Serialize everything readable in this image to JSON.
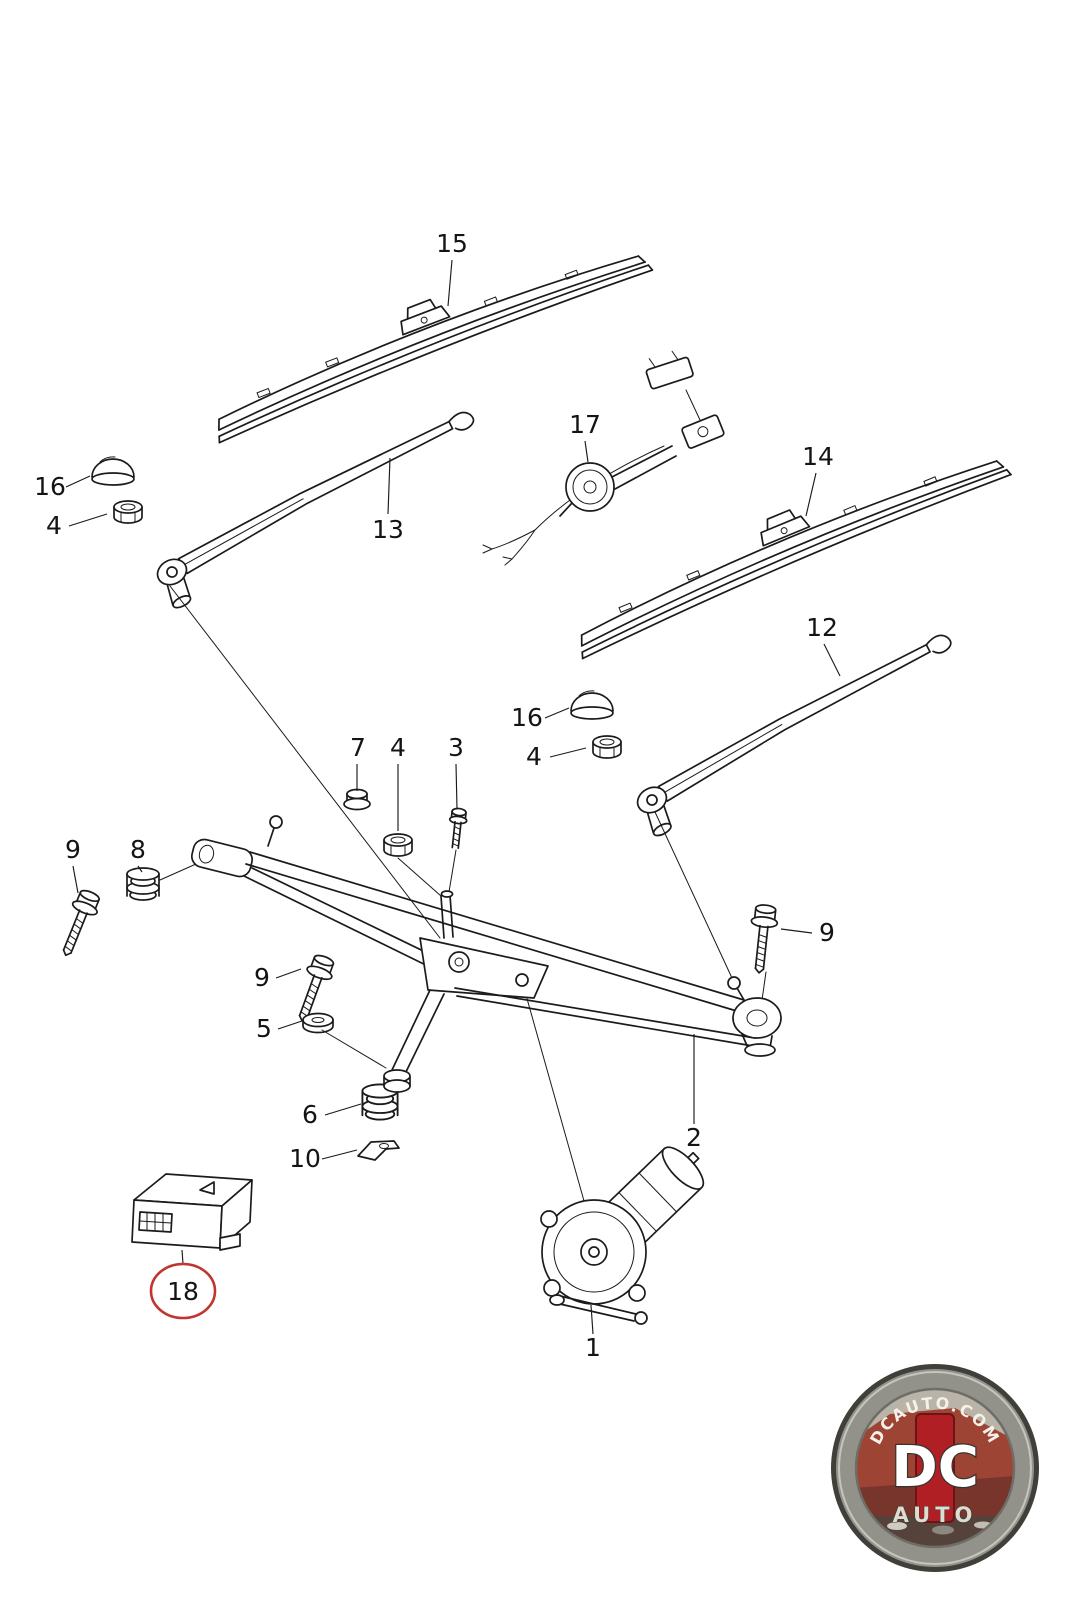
{
  "diagram": {
    "description": "Exploded parts diagram of a windshield wiper system: wiper blades, wiper arms, washer harness, linkage frame, wiper motor, fasteners and control unit",
    "highlight": {
      "circled_label": "18",
      "color": "#c03530"
    }
  },
  "labels": [
    {
      "text": "15"
    },
    {
      "text": "17"
    },
    {
      "text": "14"
    },
    {
      "text": "16"
    },
    {
      "text": "4"
    },
    {
      "text": "13"
    },
    {
      "text": "12"
    },
    {
      "text": "16"
    },
    {
      "text": "4"
    },
    {
      "text": "7"
    },
    {
      "text": "4"
    },
    {
      "text": "3"
    },
    {
      "text": "9"
    },
    {
      "text": "8"
    },
    {
      "text": "9"
    },
    {
      "text": "9"
    },
    {
      "text": "5"
    },
    {
      "text": "2"
    },
    {
      "text": "6"
    },
    {
      "text": "10"
    },
    {
      "text": "18"
    },
    {
      "text": "1"
    }
  ],
  "watermark": {
    "arc_text": "DCAUTO.COM",
    "monogram": "DC",
    "sub_text": "AUTO",
    "ring_color": "#93928a",
    "accent_red": "#b01f24"
  }
}
